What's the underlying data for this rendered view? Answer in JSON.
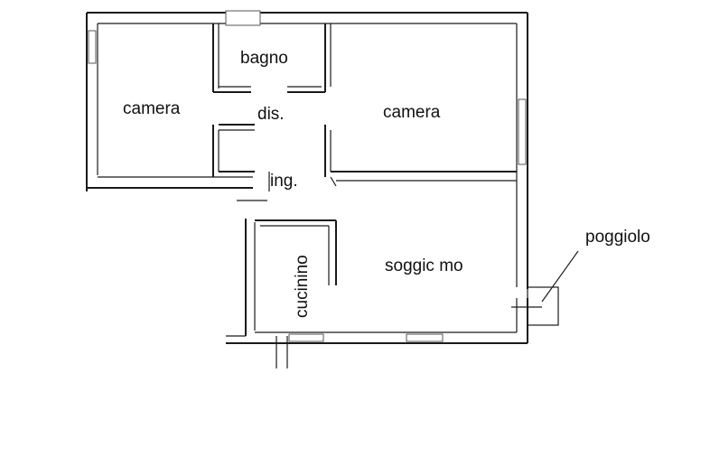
{
  "rooms": {
    "camera_left": "camera",
    "bagno": "bagno",
    "disimpegno": "dis.",
    "camera_right": "camera",
    "ingresso": "ing.",
    "cucinino": "cucinino",
    "soggiorno": "soggic mo",
    "poggiolo": "poggiolo"
  }
}
